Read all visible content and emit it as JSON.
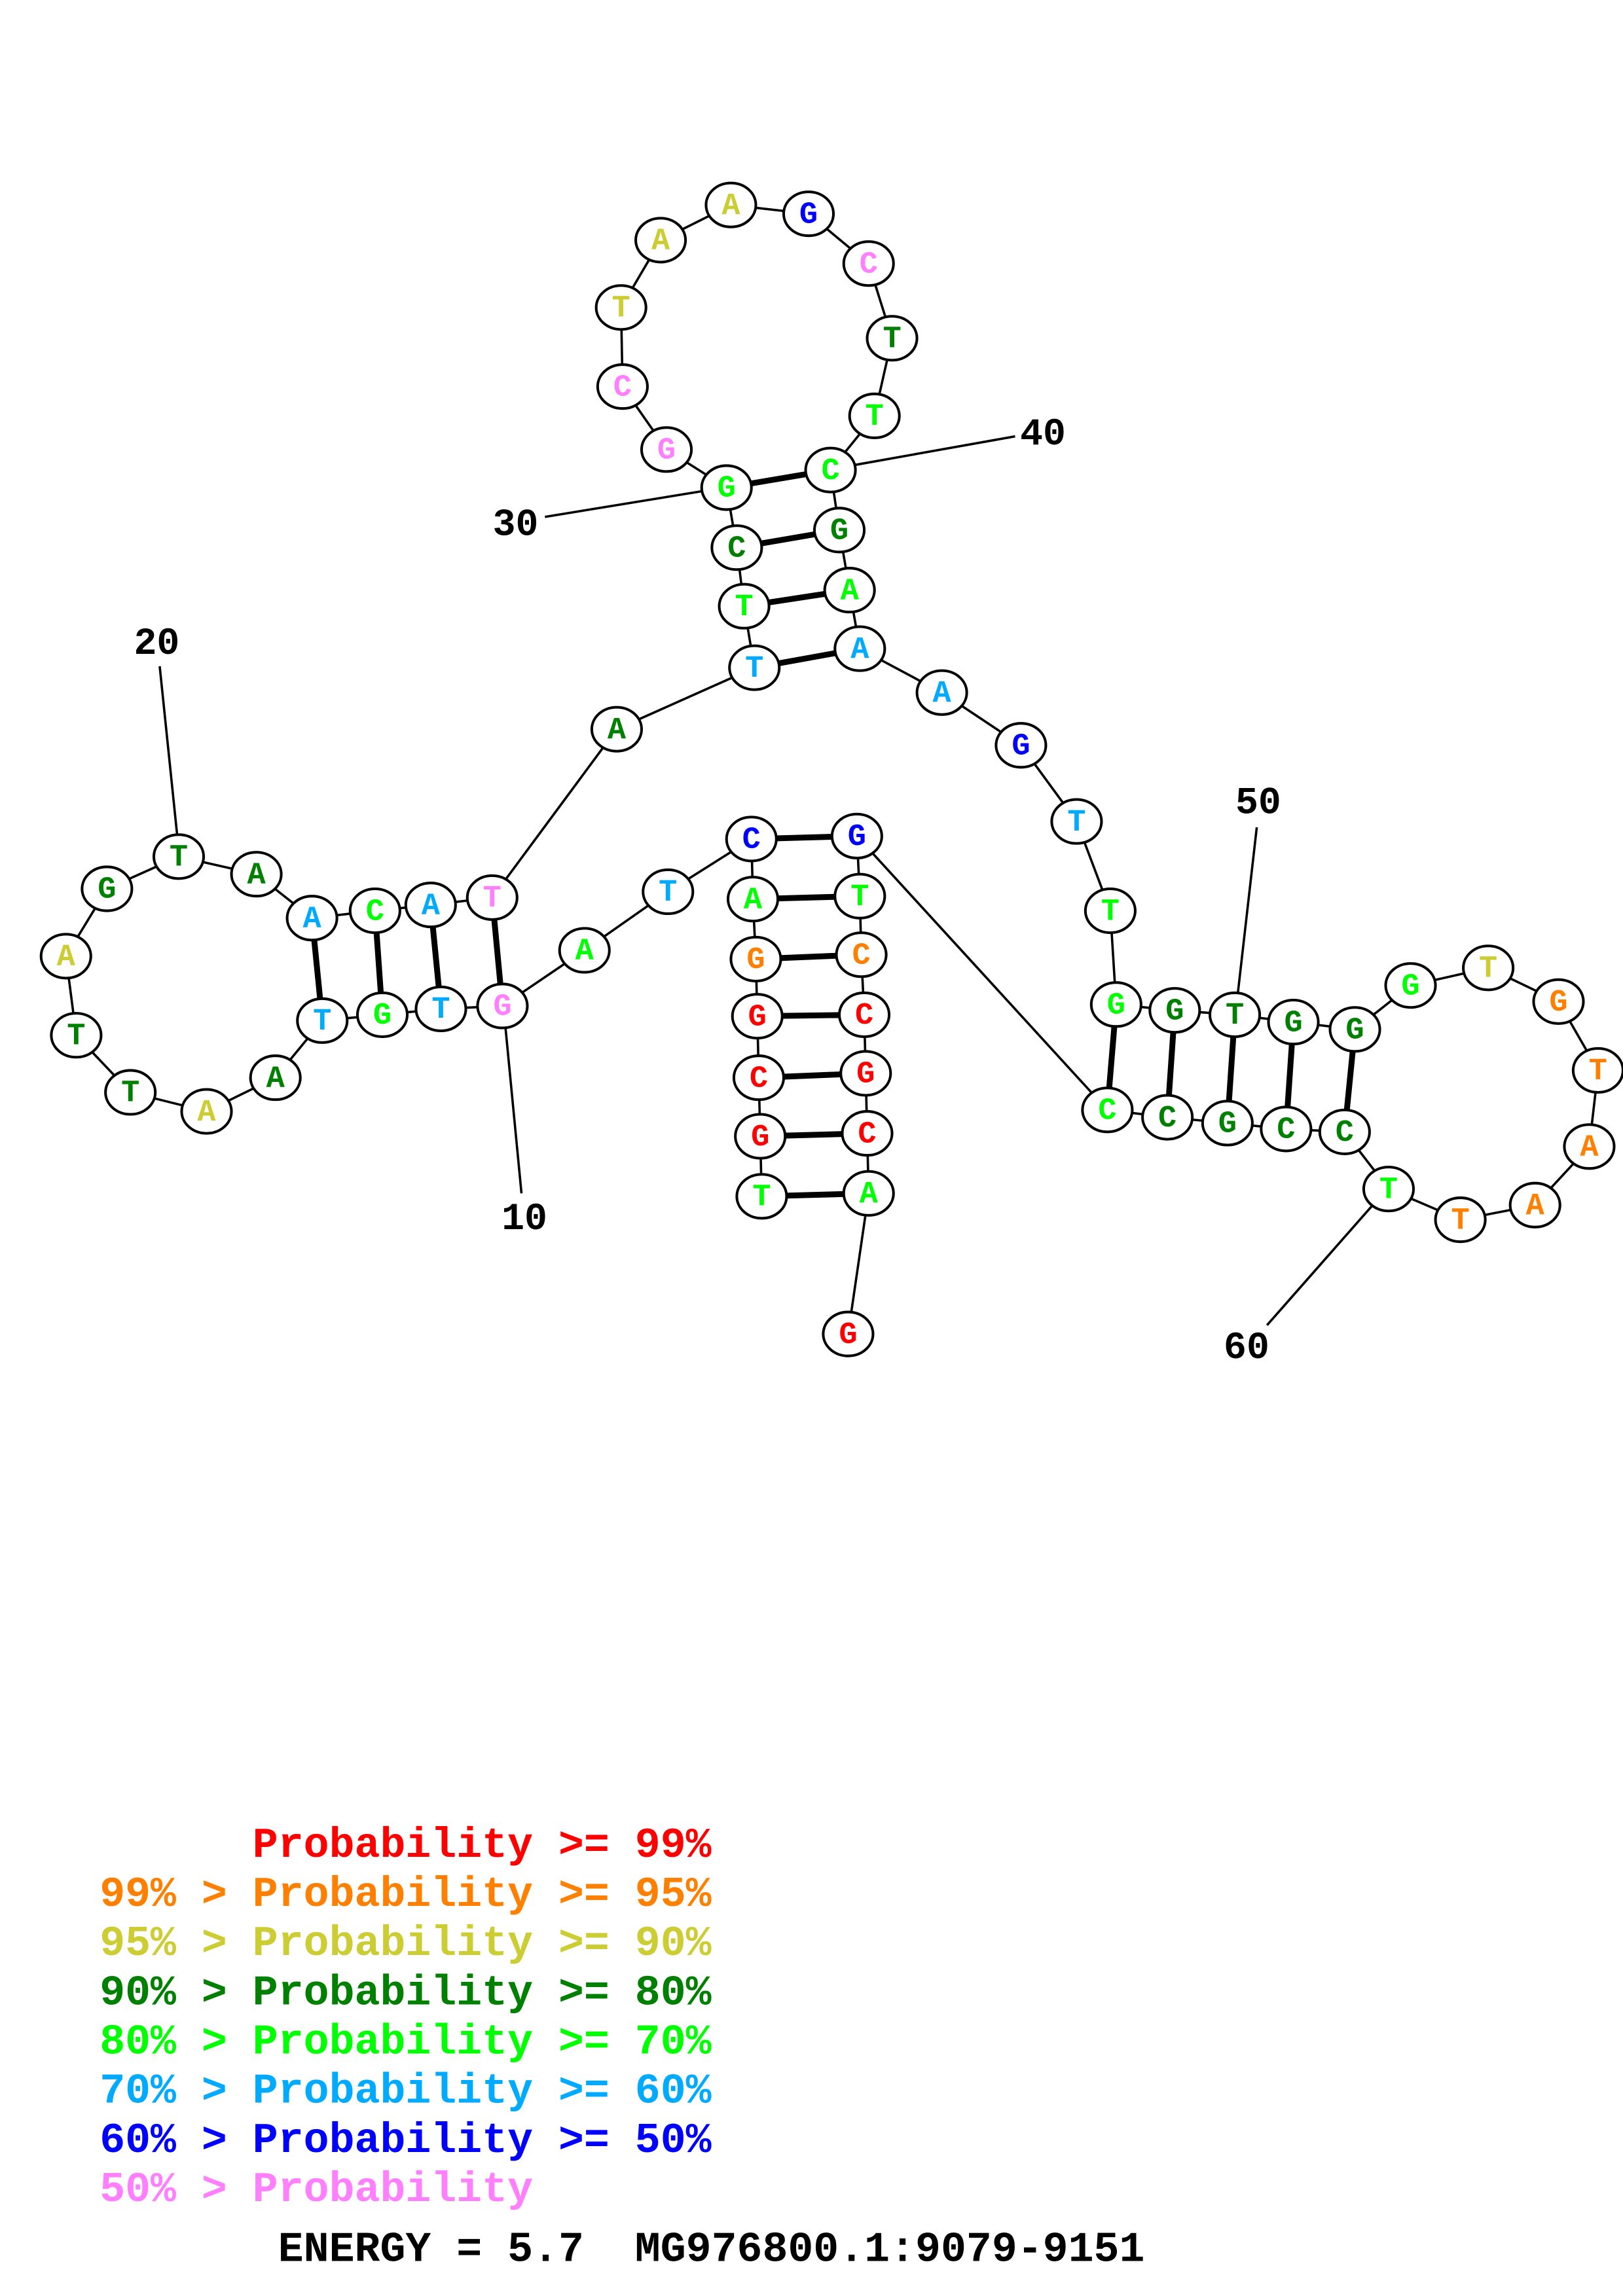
{
  "colors": {
    "p99": "#ff0000",
    "p95": "#ff8000",
    "p90": "#cccc33",
    "p80": "#008000",
    "p70": "#00ff00",
    "p60": "#00aaff",
    "p50": "#0000ff",
    "plow": "#ff80ff"
  },
  "sequence": [
    "T",
    "G",
    "C",
    "G",
    "G",
    "A",
    "C",
    "T",
    "A",
    "G",
    "T",
    "G",
    "T",
    "A",
    "A",
    "T",
    "T",
    "A",
    "G",
    "T",
    "A",
    "A",
    "C",
    "A",
    "T",
    "A",
    "T",
    "T",
    "C",
    "G",
    "G",
    "C",
    "T",
    "A",
    "A",
    "G",
    "C",
    "T",
    "T",
    "C",
    "G",
    "A",
    "A",
    "A",
    "G",
    "T",
    "T",
    "G",
    "G",
    "T",
    "G",
    "G",
    "G",
    "T",
    "G",
    "T",
    "A",
    "A",
    "T",
    "T",
    "C",
    "C",
    "G",
    "C",
    "C",
    "G",
    "T",
    "C",
    "C",
    "G",
    "C",
    "A",
    "G"
  ],
  "probability_class": [
    "p70",
    "p99",
    "p99",
    "p99",
    "p95",
    "p70",
    "p50",
    "p60",
    "p70",
    "plow",
    "p60",
    "p70",
    "p60",
    "p80",
    "p90",
    "p80",
    "p80",
    "p90",
    "p80",
    "p80",
    "p80",
    "p60",
    "p70",
    "p60",
    "plow",
    "p80",
    "p60",
    "p70",
    "p80",
    "p70",
    "plow",
    "plow",
    "p90",
    "p90",
    "p90",
    "p50",
    "plow",
    "p80",
    "p70",
    "p70",
    "p80",
    "p70",
    "p60",
    "p60",
    "p50",
    "p60",
    "p70",
    "p70",
    "p80",
    "p80",
    "p80",
    "p80",
    "p70",
    "p90",
    "p95",
    "p95",
    "p95",
    "p95",
    "p95",
    "p70",
    "p80",
    "p80",
    "p80",
    "p80",
    "p70",
    "p50",
    "p70",
    "p95",
    "p99",
    "p99",
    "p99",
    "p70",
    "p99"
  ],
  "pairs": [
    [
      1,
      72
    ],
    [
      2,
      71
    ],
    [
      3,
      70
    ],
    [
      4,
      69
    ],
    [
      5,
      68
    ],
    [
      6,
      67
    ],
    [
      7,
      66
    ],
    [
      10,
      25
    ],
    [
      11,
      24
    ],
    [
      12,
      23
    ],
    [
      13,
      22
    ],
    [
      27,
      43
    ],
    [
      28,
      42
    ],
    [
      29,
      41
    ],
    [
      30,
      40
    ],
    [
      48,
      65
    ],
    [
      49,
      64
    ],
    [
      50,
      63
    ],
    [
      51,
      62
    ],
    [
      52,
      61
    ]
  ],
  "position_labels": [
    {
      "text": "10",
      "index": 10
    },
    {
      "text": "20",
      "index": 20
    },
    {
      "text": "30",
      "index": 30
    },
    {
      "text": "40",
      "index": 40
    },
    {
      "text": "50",
      "index": 50
    },
    {
      "text": "60",
      "index": 60
    }
  ],
  "legend": [
    {
      "prefix": "      ",
      "label": "Probability",
      "suffix": " >= 99%",
      "color": "p99"
    },
    {
      "prefix": "99% > ",
      "label": "Probability",
      "suffix": " >= 95%",
      "color": "p95"
    },
    {
      "prefix": "95% > ",
      "label": "Probability",
      "suffix": " >= 90%",
      "color": "p90"
    },
    {
      "prefix": "90% > ",
      "label": "Probability",
      "suffix": " >= 80%",
      "color": "p80"
    },
    {
      "prefix": "80% > ",
      "label": "Probability",
      "suffix": " >= 70%",
      "color": "p70"
    },
    {
      "prefix": "70% > ",
      "label": "Probability",
      "suffix": " >= 60%",
      "color": "p60"
    },
    {
      "prefix": "60% > ",
      "label": "Probability",
      "suffix": " >= 50%",
      "color": "p50"
    },
    {
      "prefix": "50% > ",
      "label": "Probability",
      "suffix": "",
      "color": "plow"
    }
  ],
  "footer": {
    "energy": "ENERGY = 5.7",
    "region": "MG976800.1:9079-9151"
  }
}
